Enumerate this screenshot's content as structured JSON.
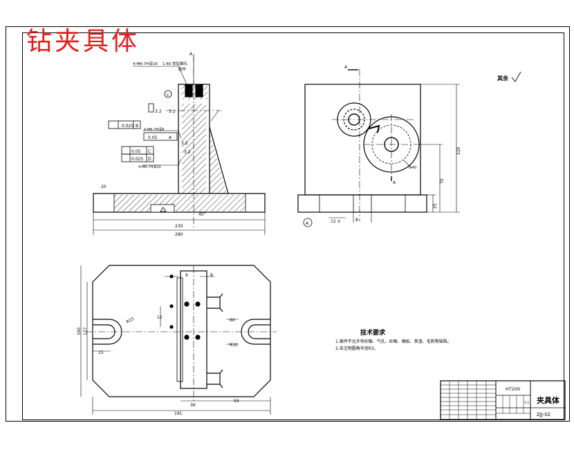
{
  "drawing": {
    "title": "钻夹具体",
    "roughness_note": "其余",
    "section_mark": "A"
  },
  "front_view": {
    "callout_thread": "4-M6-7H深16",
    "callout_note_a": "1:60 划钻锥孔",
    "callout_note_b": "配作",
    "datum_c": "C",
    "roughness_1": "3.2",
    "roughness_2": "3.2",
    "roughness_3": "3.2",
    "roughness_4": "3.2",
    "tol_frame_1": "0.025",
    "tol_frame_1_datum": "B",
    "callout_thread_2": "4-M6-7H深8",
    "tol_frame_2": "0.05",
    "tol_frame_2_datum": "A",
    "tol_frame_3": "0.05",
    "tol_frame_3_datum": "C",
    "tol_frame_4": "0.025",
    "tol_frame_4_datum": "D",
    "callout_thread_3": "4-M6-7H深10",
    "dim_230": "230",
    "dim_280": "280",
    "dim_angle": "45°",
    "dim_20": "20"
  },
  "side_view": {
    "dim_220": "220",
    "dim_70": "70",
    "dim_25": "25",
    "dim_12": "12 ±",
    "dim_8": "8",
    "hole_label": "Φ40",
    "datum_a": "A"
  },
  "top_view": {
    "dim_160": "160",
    "dim_127": "127",
    "dim_36": "36",
    "dim_93": "93",
    "dim_191": "191",
    "dim_r10": "R10",
    "dim_6": "6",
    "dim_8": "8",
    "dim_12": "12",
    "dim_15": "15",
    "dim_60": "60",
    "dim_r15": "R15"
  },
  "tech_requirements": {
    "heading": "技术要求",
    "item_1": "1.铸件不允许有砂眼、气孔、砂眼、缩松、夹渣、毛刺等缺陷。",
    "item_2": "2.未注明圆角半径R3。"
  },
  "title_block": {
    "material": "HT200",
    "part_name": "夹具体",
    "drawing_no": "ZJJ-02",
    "scale": "1:1"
  }
}
